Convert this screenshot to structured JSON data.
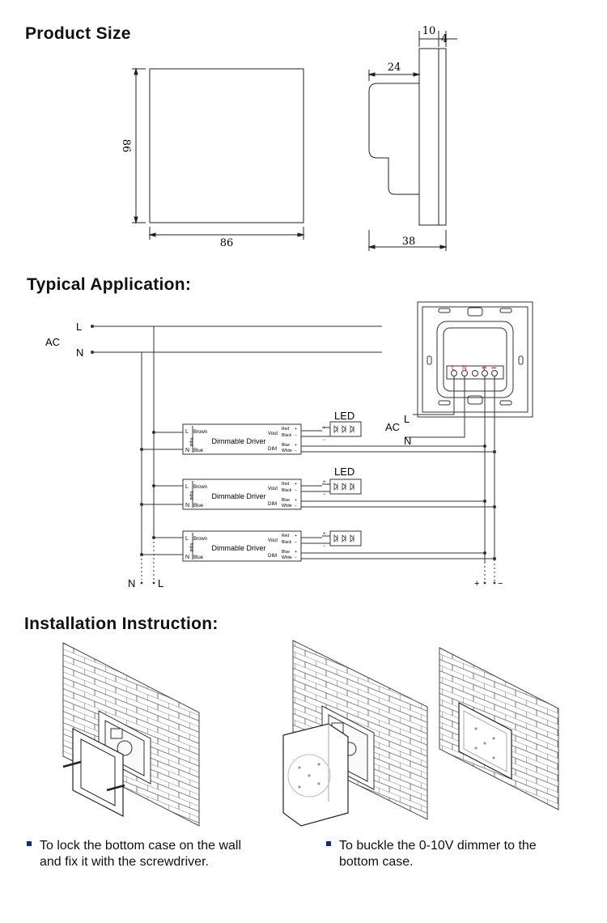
{
  "sections": {
    "product_size": "Product Size",
    "typical_application": "Typical Application:",
    "installation": "Installation Instruction:"
  },
  "dimensions": {
    "front_height": "86",
    "front_width": "86",
    "side_depth_total": "38",
    "side_back_depth": "24",
    "side_plate": "10",
    "side_panel": "4"
  },
  "wiring": {
    "ac": "AC",
    "l": "L",
    "n": "N",
    "led": "LED",
    "dimmer_terminals": [
      "L",
      "N",
      "+",
      "−"
    ],
    "driver": {
      "title": "Dimmable Driver",
      "input": "Input",
      "in_l": "L",
      "in_n": "N",
      "brown": "Brown",
      "blue": "Blue",
      "vout": "Vout",
      "dim": "DIM",
      "red": "Red",
      "black": "Black",
      "blue_out": "Blue",
      "white": "White",
      "plus": "+",
      "minus": "−"
    },
    "bottom_n": "N",
    "bottom_l": "L",
    "bottom_plus": "+",
    "bottom_minus": "−"
  },
  "instructions": [
    {
      "line1": "To lock the bottom case on the wall",
      "line2": "and fix it with the screwdriver."
    },
    {
      "line1": "To buckle the 0-10V dimmer to the",
      "line2": "bottom case."
    }
  ],
  "colors": {
    "red_terminal": "#e02020",
    "bullet": "#1a2a7a"
  }
}
